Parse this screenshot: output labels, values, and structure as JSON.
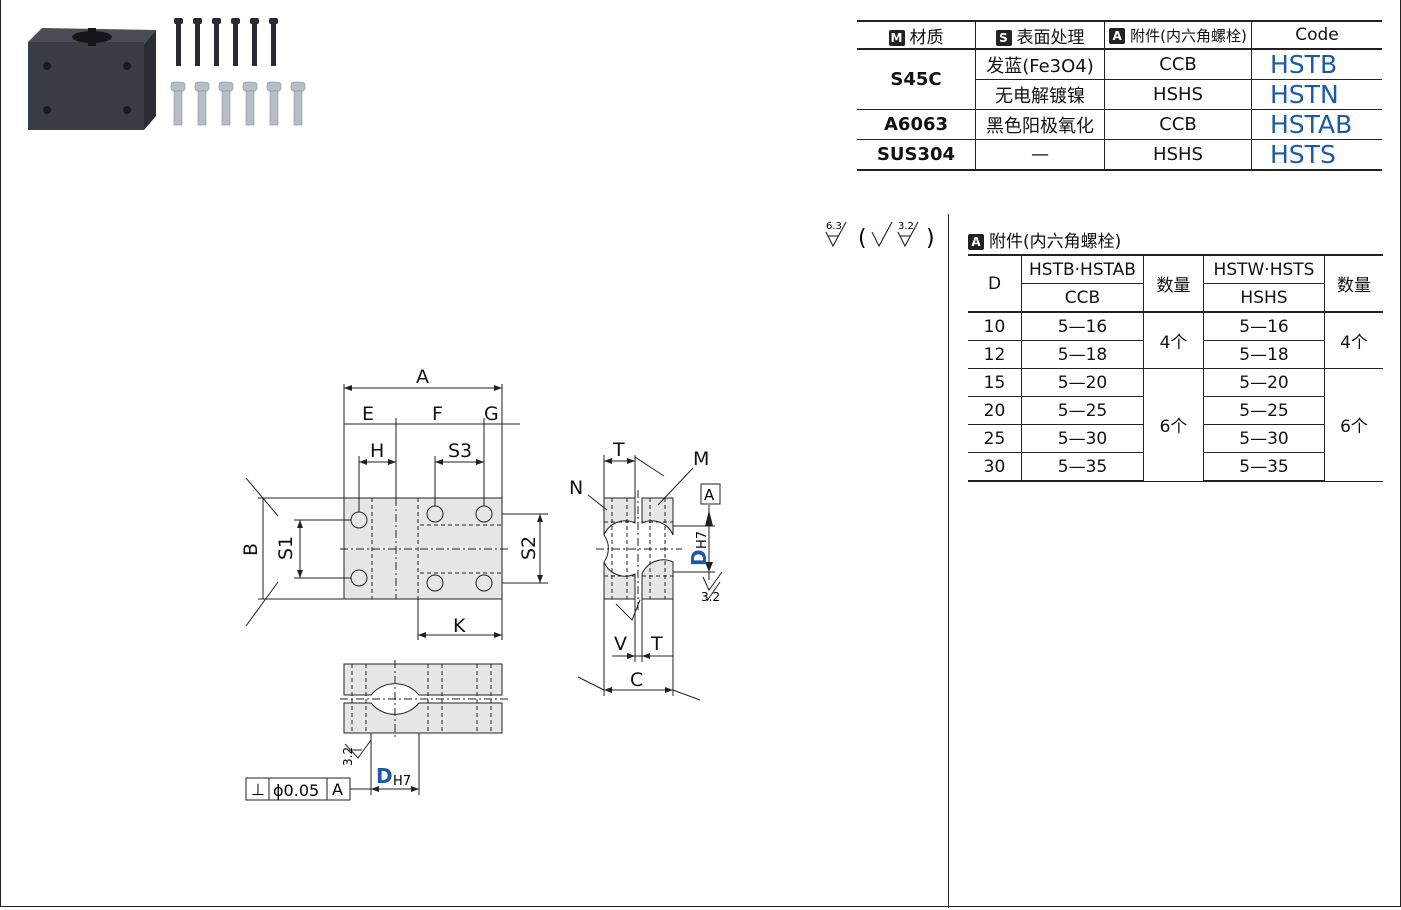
{
  "material_table": {
    "headers": [
      {
        "badge": "M",
        "label": "材质"
      },
      {
        "badge": "S",
        "label": "表面处理"
      },
      {
        "badge": "A",
        "label": "附件(内六角螺栓)"
      },
      {
        "badge": "",
        "label": "Code"
      }
    ],
    "rows": [
      {
        "material": "S45C",
        "finish": "发蓝(Fe3O4)",
        "accessory": "CCB",
        "code": "HSTB"
      },
      {
        "material": "",
        "finish": "无电解镀镍",
        "accessory": "HSHS",
        "code": "HSTN"
      },
      {
        "material": "A6063",
        "finish": "黑色阳极氧化",
        "accessory": "CCB",
        "code": "HSTAB"
      },
      {
        "material": "SUS304",
        "finish": "—",
        "accessory": "HSHS",
        "code": "HSTS"
      }
    ]
  },
  "surface_finish": {
    "primary": "6.3",
    "secondary": "3.2"
  },
  "accessory_section": {
    "badge": "A",
    "title": "附件(内六角螺栓)",
    "header": {
      "d": "D",
      "group1_top": "HSTB·HSTAB",
      "group1_bottom": "CCB",
      "qty": "数量",
      "group2_top": "HSTW·HSTS",
      "group2_bottom": "HSHS",
      "qty2": "数量"
    },
    "rows": [
      {
        "d": "10",
        "g1": "5—16",
        "g2": "5—16"
      },
      {
        "d": "12",
        "g1": "5—18",
        "g2": "5—18"
      },
      {
        "d": "15",
        "g1": "5—20",
        "g2": "5—20"
      },
      {
        "d": "20",
        "g1": "5—25",
        "g2": "5—25"
      },
      {
        "d": "25",
        "g1": "5—30",
        "g2": "5—30"
      },
      {
        "d": "30",
        "g1": "5—35",
        "g2": "5—35"
      }
    ],
    "qty_groups": [
      "4个",
      "6个"
    ]
  },
  "drawing": {
    "dims": {
      "a": "A",
      "e": "E",
      "f": "F",
      "g": "G",
      "h": "H",
      "s3": "S3",
      "b": "B",
      "s1": "S1",
      "s2": "S2",
      "k": "K",
      "t": "T",
      "m": "M",
      "n": "N",
      "v": "V",
      "c": "C",
      "d": "D",
      "h7": "H7",
      "datum": "A",
      "rough": "3.2"
    },
    "tolerance": {
      "symbol": "⊥",
      "value": "ϕ0.05",
      "datum": "A"
    }
  },
  "colors": {
    "accent": "#1b5aa6",
    "part_fill": "#e6e6e6"
  }
}
